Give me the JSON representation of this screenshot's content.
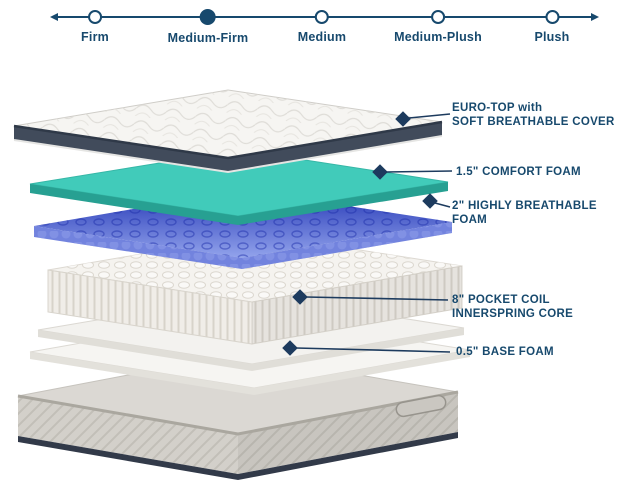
{
  "firmness_scale": {
    "options": [
      {
        "label": "Firm",
        "selected": false
      },
      {
        "label": "Medium-Firm",
        "selected": true
      },
      {
        "label": "Medium",
        "selected": false
      },
      {
        "label": "Medium-Plush",
        "selected": false
      },
      {
        "label": "Plush",
        "selected": false
      }
    ]
  },
  "diagram": {
    "labels": [
      {
        "line1": "EURO-TOP with",
        "line2": "SOFT BREATHABLE COVER"
      },
      {
        "line1": "1.5\" COMFORT FOAM",
        "line2": ""
      },
      {
        "line1": "2\" HIGHLY BREATHABLE",
        "line2": "FOAM"
      },
      {
        "line1": "8\" POCKET COIL",
        "line2": "INNERSPRING CORE"
      },
      {
        "line1": "0.5\" BASE FOAM",
        "line2": ""
      }
    ],
    "layer_names": [
      "euro-top",
      "comfort-foam",
      "highly-breathable-foam",
      "pocket-coil-innerspring-core",
      "base-foam",
      "foundation"
    ]
  },
  "colors": {
    "navy_text": "#17496d",
    "marker_navy": "#1d3b5e",
    "teal_foam": "#3ecab9",
    "blue_foam": "#2336b5",
    "foundation_gray": "#d3d0ca"
  }
}
